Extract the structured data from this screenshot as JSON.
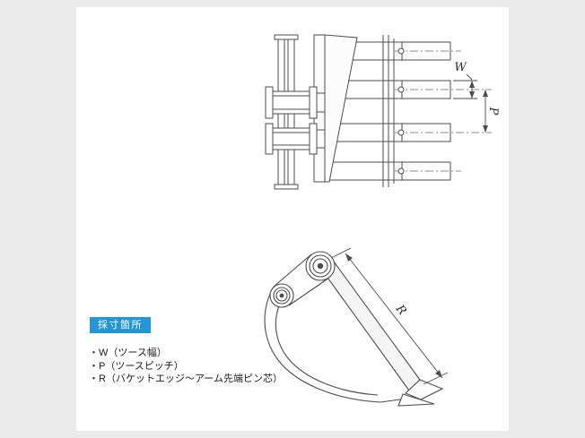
{
  "figure": {
    "measure_label": "採寸箇所",
    "legend": {
      "items": [
        "・W（ツース幅）",
        "・P（ツースピッチ）",
        "・R（バケットエッジ～アーム先端ピン芯）"
      ]
    },
    "dimensions": {
      "w": "W",
      "p": "P",
      "r": "R"
    },
    "drawing": {
      "views": [
        "bucket-top-view",
        "bucket-side-view"
      ],
      "tooth_count": 4
    },
    "colors": {
      "background": "#ebebeb",
      "canvas": "#ffffff",
      "line": "#4d4d4d",
      "label_bg": "#2496d3",
      "label_text": "#ffffff"
    }
  }
}
